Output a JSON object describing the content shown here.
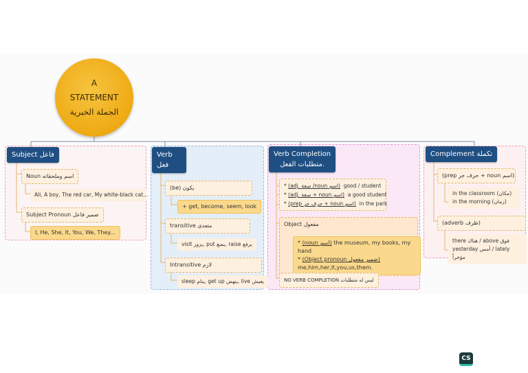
{
  "root": {
    "line1": "A",
    "line2": "STATEMENT",
    "line3": "الجملة الخبرية"
  },
  "subject": {
    "title": "Subject فاعل",
    "noun_label": "Noun اسم وملحقاته",
    "noun_examples": "Ali, A boy, The red car, My white-black cat...",
    "pronoun_label": "Subject Pronoun ضمير فاعل",
    "pronoun_examples": "I, He, She, It, You, We, They..."
  },
  "verb": {
    "title": "Verb",
    "title_ar": "فعل",
    "be_label": "(be) يكون",
    "be_examples": "+ get, become, seem, look",
    "transitive_label": "transitive متعدى",
    "transitive_examples": "visit يزور, put يضع, raise يرفع",
    "intransitive_label": "Intransitive لازم",
    "intransitive_examples": "sleep ينام, get up ينهض, live يعيش"
  },
  "verb_completion": {
    "title": "Verb Completion",
    "title_ar": "متطلبات الفعل.",
    "pattern1_formula": "(adj. صفة /noun اسم)",
    "pattern1_example": "good / student",
    "pattern2_formula": "(adj. صفة + noun اسم)",
    "pattern2_example": "a good student",
    "pattern3_formula": "(prep حرف جر + noun اسم)",
    "pattern3_example": "in the park",
    "object_label": "Object مفعول",
    "object_noun_formula": "(noun اسم)",
    "object_noun_example": "the museum, my books, my hand",
    "object_pronoun_formula": "(Object pronoun ضمير مفعول)",
    "object_pronoun_example": "me,him,her,it,you,us,them.",
    "none_label": "NO VERB COMPLETION ليس له متطلبات"
  },
  "complement": {
    "title": "Complement تكملة",
    "prep_label": "(prep حرف جر + noun اسم)",
    "prep_example1": "in the classroom (مكان)",
    "prep_example2": "in the morning (زمان)",
    "adverb_label": "(adverb ظرف)",
    "adverb_example1": "there هناك / above فوق",
    "adverb_example2": "yesterday أمس / lately مؤخراً"
  },
  "watermark": {
    "logo": "CS"
  }
}
